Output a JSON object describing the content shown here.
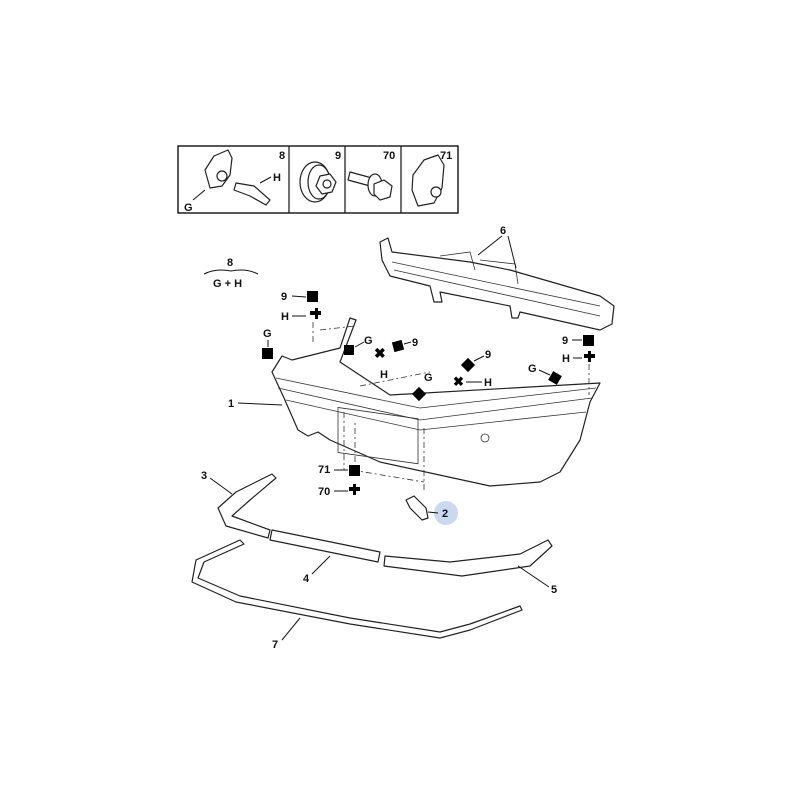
{
  "inset": {
    "cells": [
      {
        "ref": "8",
        "sub_labels": [
          "G",
          "H"
        ]
      },
      {
        "ref": "9"
      },
      {
        "ref": "70"
      },
      {
        "ref": "71"
      }
    ]
  },
  "legend": {
    "ref": "8",
    "formula": "G + H"
  },
  "callouts": {
    "bumper": "1",
    "cap": "2",
    "left_strip": "3",
    "center_strip": "4",
    "right_strip": "5",
    "reinforcement": "6",
    "lower_trim": "7"
  },
  "fasteners": {
    "nine": "9",
    "seventy": "70",
    "seventy_one": "71",
    "g": "G",
    "h": "H"
  },
  "colors": {
    "highlight": "#c9d9f2",
    "ink": "#111111"
  }
}
